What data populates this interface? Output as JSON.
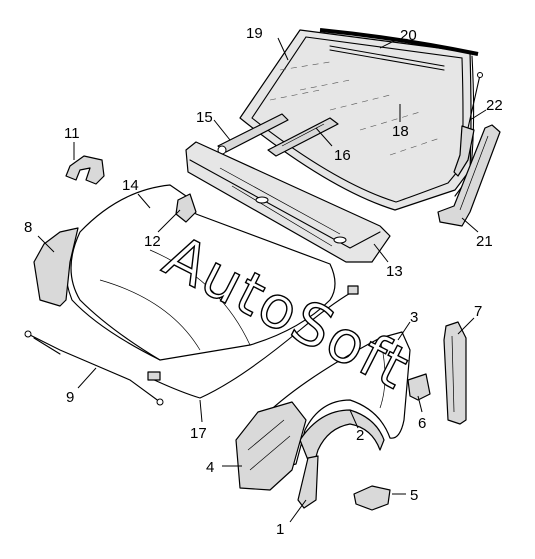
{
  "watermark": {
    "text": "AutoSoft"
  },
  "callouts": [
    "1",
    "2",
    "3",
    "4",
    "5",
    "6",
    "7",
    "8",
    "9",
    "11",
    "12",
    "13",
    "14",
    "15",
    "16",
    "17",
    "18",
    "19",
    "20",
    "21",
    "22"
  ],
  "colors": {
    "line": "#000000",
    "fill": "#d9d9d9",
    "background": "#ffffff"
  }
}
